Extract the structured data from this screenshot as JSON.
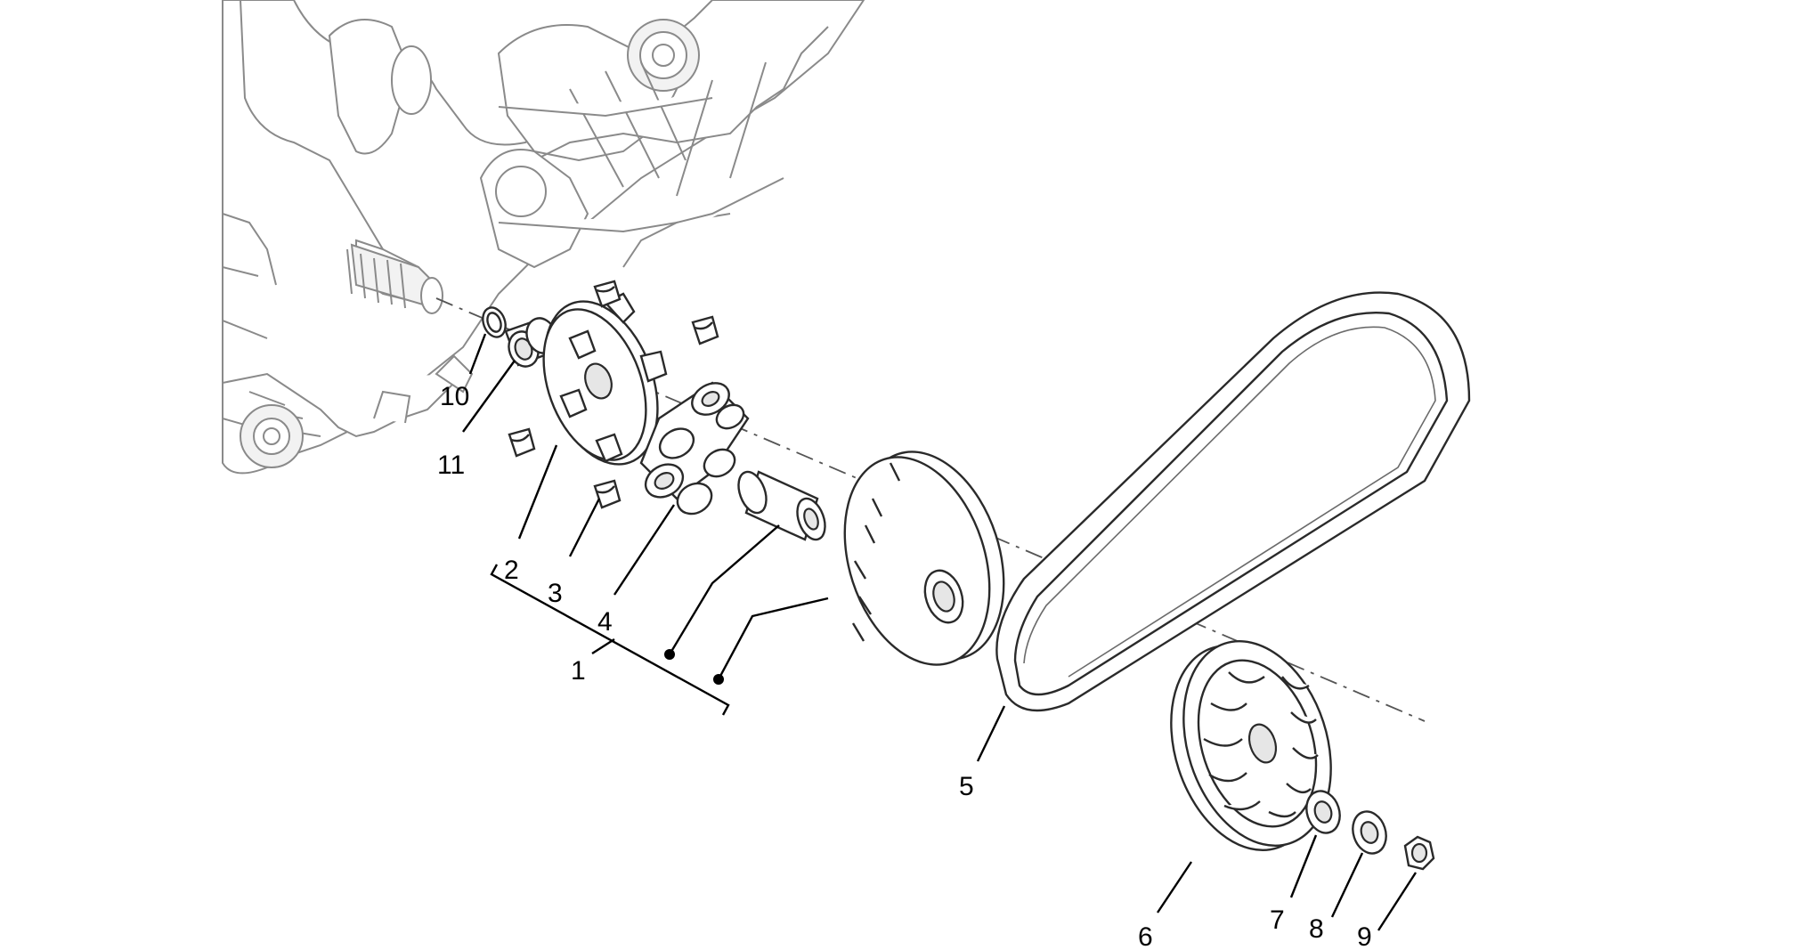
{
  "callouts": [
    {
      "id": "1",
      "text": "1"
    },
    {
      "id": "2",
      "text": "2"
    },
    {
      "id": "3",
      "text": "3"
    },
    {
      "id": "4",
      "text": "4"
    },
    {
      "id": "5",
      "text": "5"
    },
    {
      "id": "6",
      "text": "6"
    },
    {
      "id": "7",
      "text": "7"
    },
    {
      "id": "8",
      "text": "8"
    },
    {
      "id": "9",
      "text": "9"
    },
    {
      "id": "10",
      "text": "10"
    },
    {
      "id": "11",
      "text": "11"
    }
  ],
  "colors": {
    "line": "#2a2a2a",
    "engine_line": "#8a8a8a",
    "label": "#000000",
    "background": "#ffffff"
  }
}
